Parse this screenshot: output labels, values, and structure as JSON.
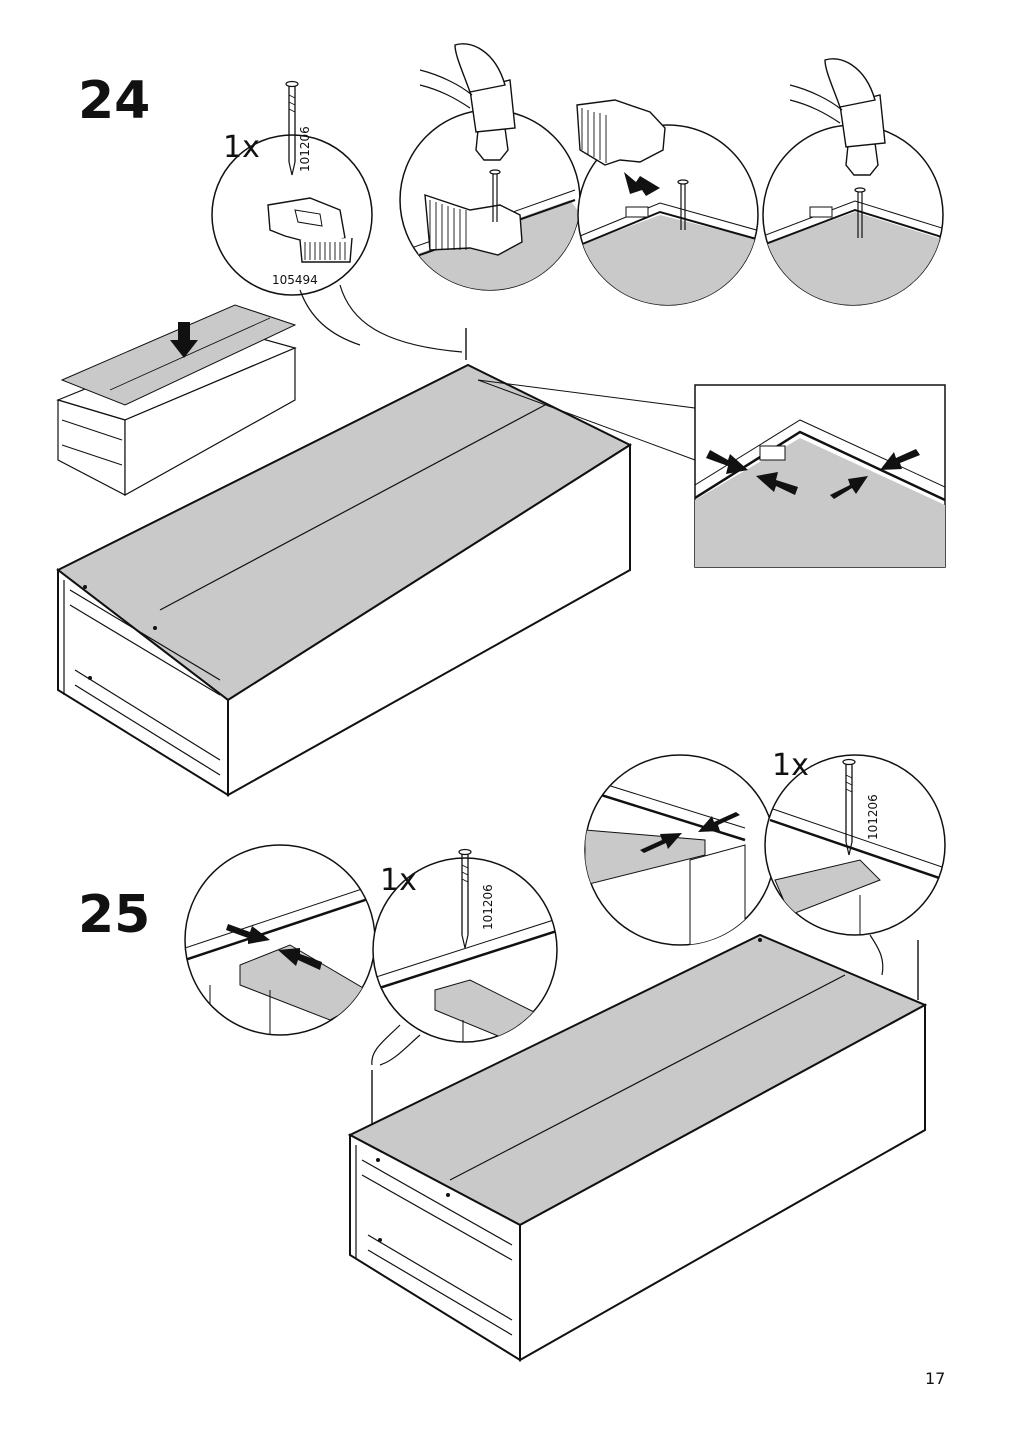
{
  "page_number": "17",
  "steps": [
    {
      "number": "24",
      "quantity": "1x",
      "nail_code": "101206",
      "clip_code": "105494"
    },
    {
      "number": "25",
      "left_detail": {
        "quantity": "1x",
        "nail_code": "101206"
      },
      "right_detail": {
        "quantity": "1x",
        "nail_code": "101206"
      }
    }
  ],
  "colors": {
    "panel": "#c9c9c9",
    "ink": "#111111",
    "paper": "#ffffff"
  }
}
